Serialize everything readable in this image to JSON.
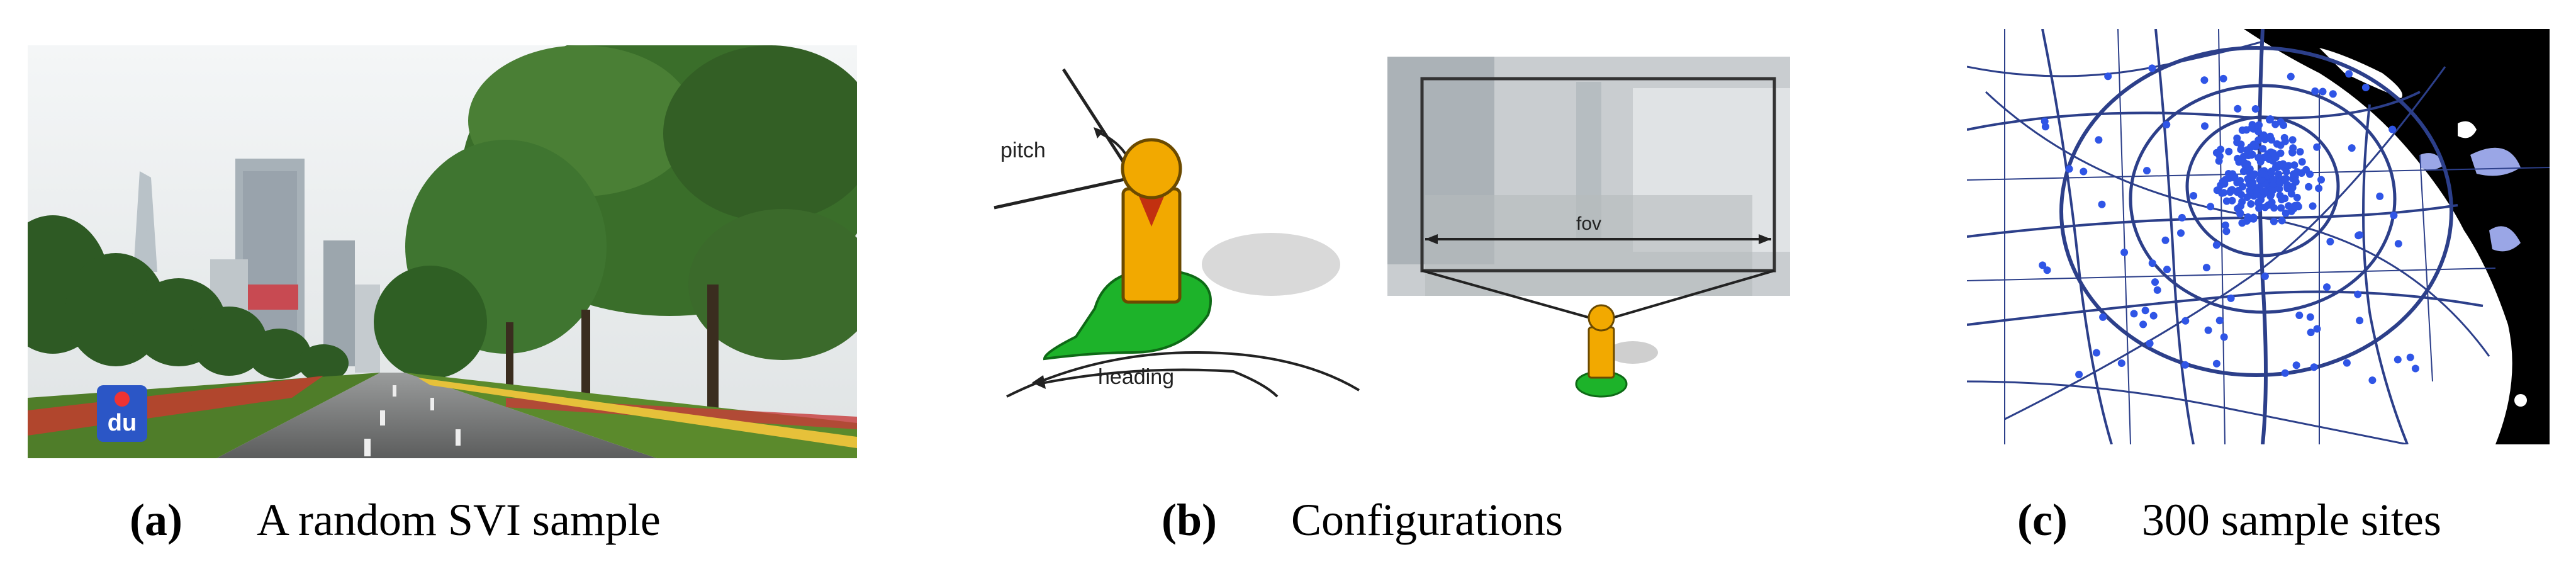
{
  "figure": {
    "panels": [
      {
        "id": "a",
        "letter": "(a)",
        "caption": "A random SVI sample"
      },
      {
        "id": "b",
        "letter": "(b)",
        "caption": "Configurations"
      },
      {
        "id": "c",
        "letter": "(c)",
        "caption": "300 sample sites"
      }
    ],
    "diagram_labels": {
      "pitch": "pitch",
      "heading": "heading",
      "fov": "fov"
    },
    "logo_text": "du",
    "colors": {
      "person_body": "#f2a900",
      "person_outline": "#6b4a00",
      "ground_marker": "#1db32a",
      "map_roads": "#2c3f8a",
      "map_points": "#2f55e6",
      "map_river": "#000000",
      "map_lake": "#9aa6e6"
    }
  }
}
